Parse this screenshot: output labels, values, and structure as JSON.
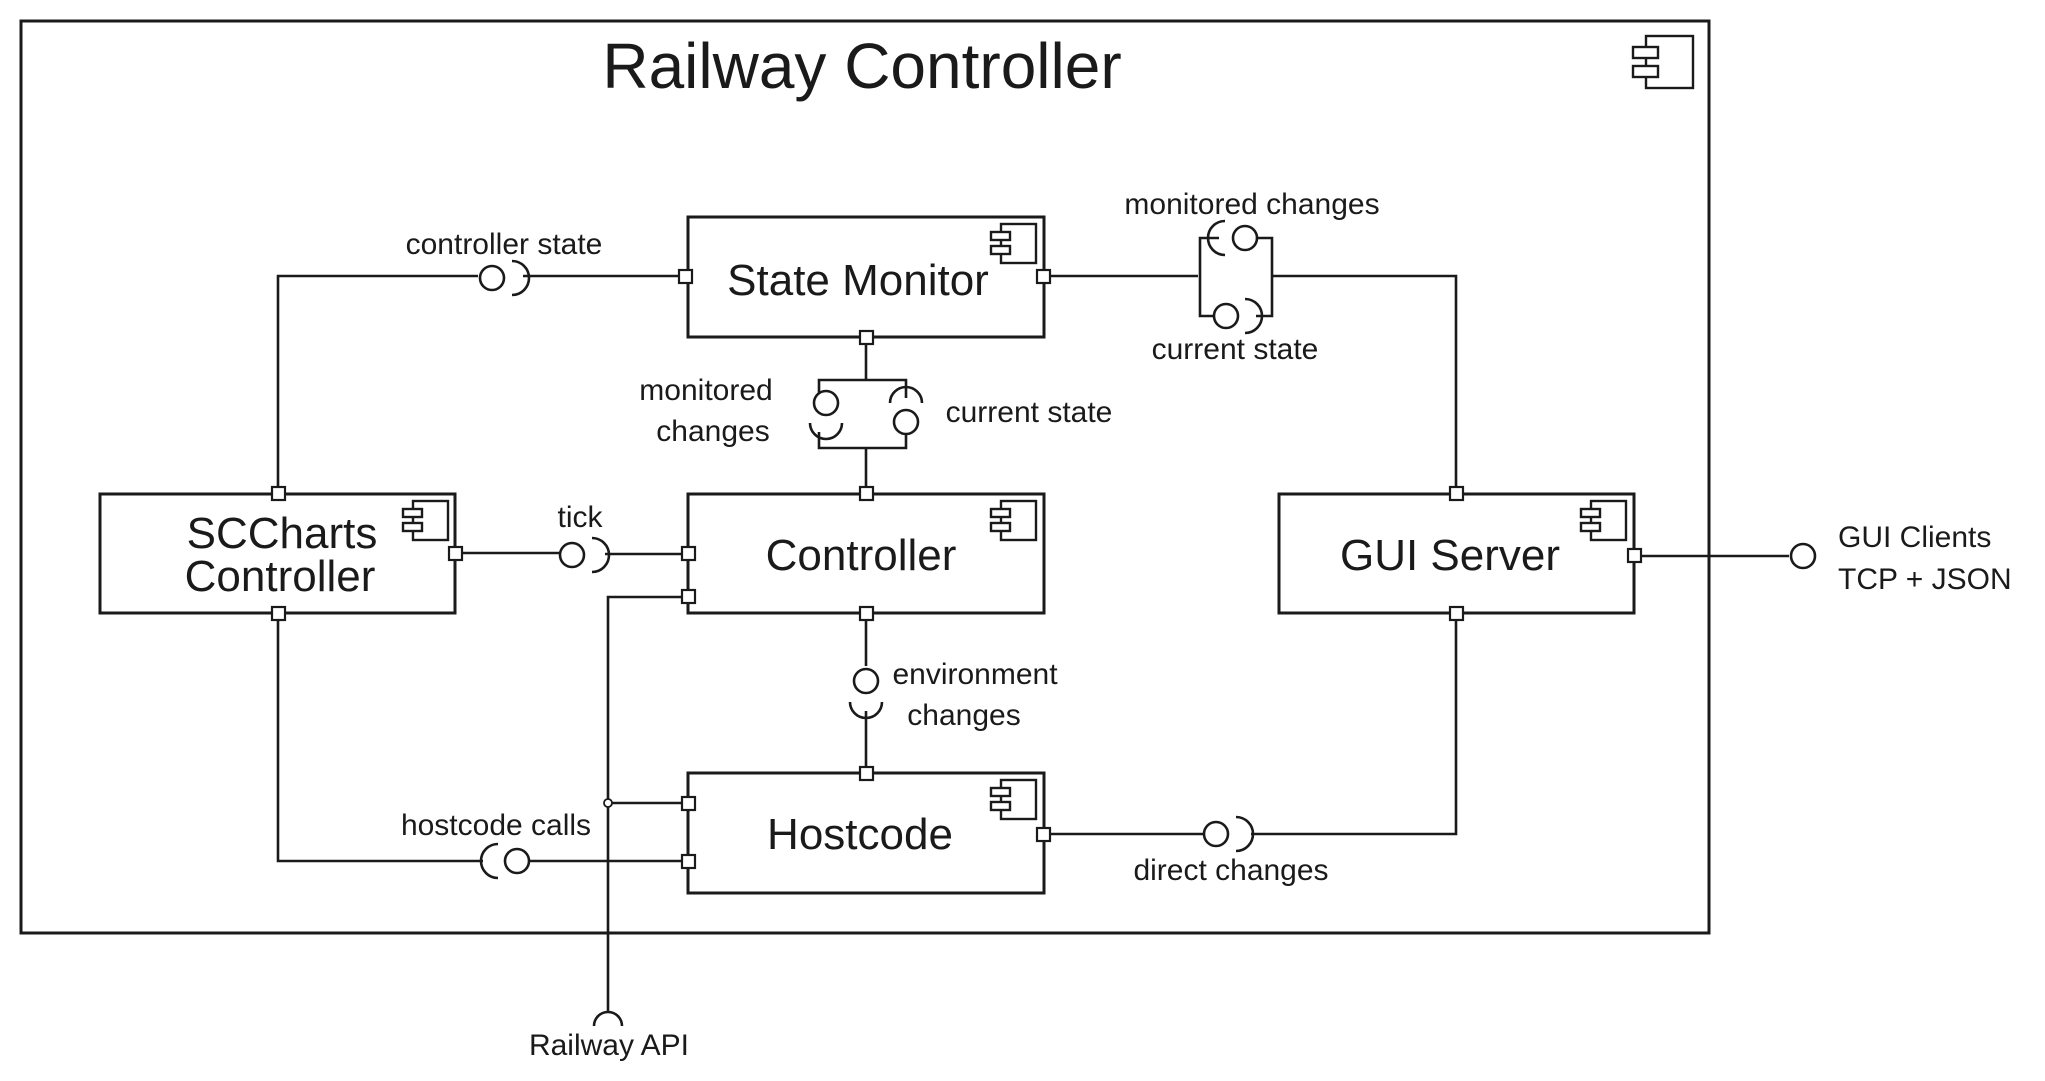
{
  "title": "Railway Controller",
  "components": {
    "state_monitor": "State Monitor",
    "sccharts_line1": "SCCharts",
    "sccharts_line2": "Controller",
    "controller": "Controller",
    "gui_server": "GUI Server",
    "hostcode": "Hostcode"
  },
  "labels": {
    "controller_state": "controller state",
    "monitored_changes_top": "monitored changes",
    "current_state_top": "current state",
    "monitored_changes_mid_1": "monitored",
    "monitored_changes_mid_2": "changes",
    "current_state_mid": "current state",
    "tick": "tick",
    "environment_changes_1": "environment",
    "environment_changes_2": "changes",
    "hostcode_calls": "hostcode calls",
    "direct_changes": "direct changes",
    "gui_clients_1": "GUI Clients",
    "gui_clients_2": "TCP + JSON",
    "railway_api": "Railway API"
  },
  "icons": {
    "component": "component-icon",
    "provided_interface": "ball",
    "required_interface": "socket"
  }
}
